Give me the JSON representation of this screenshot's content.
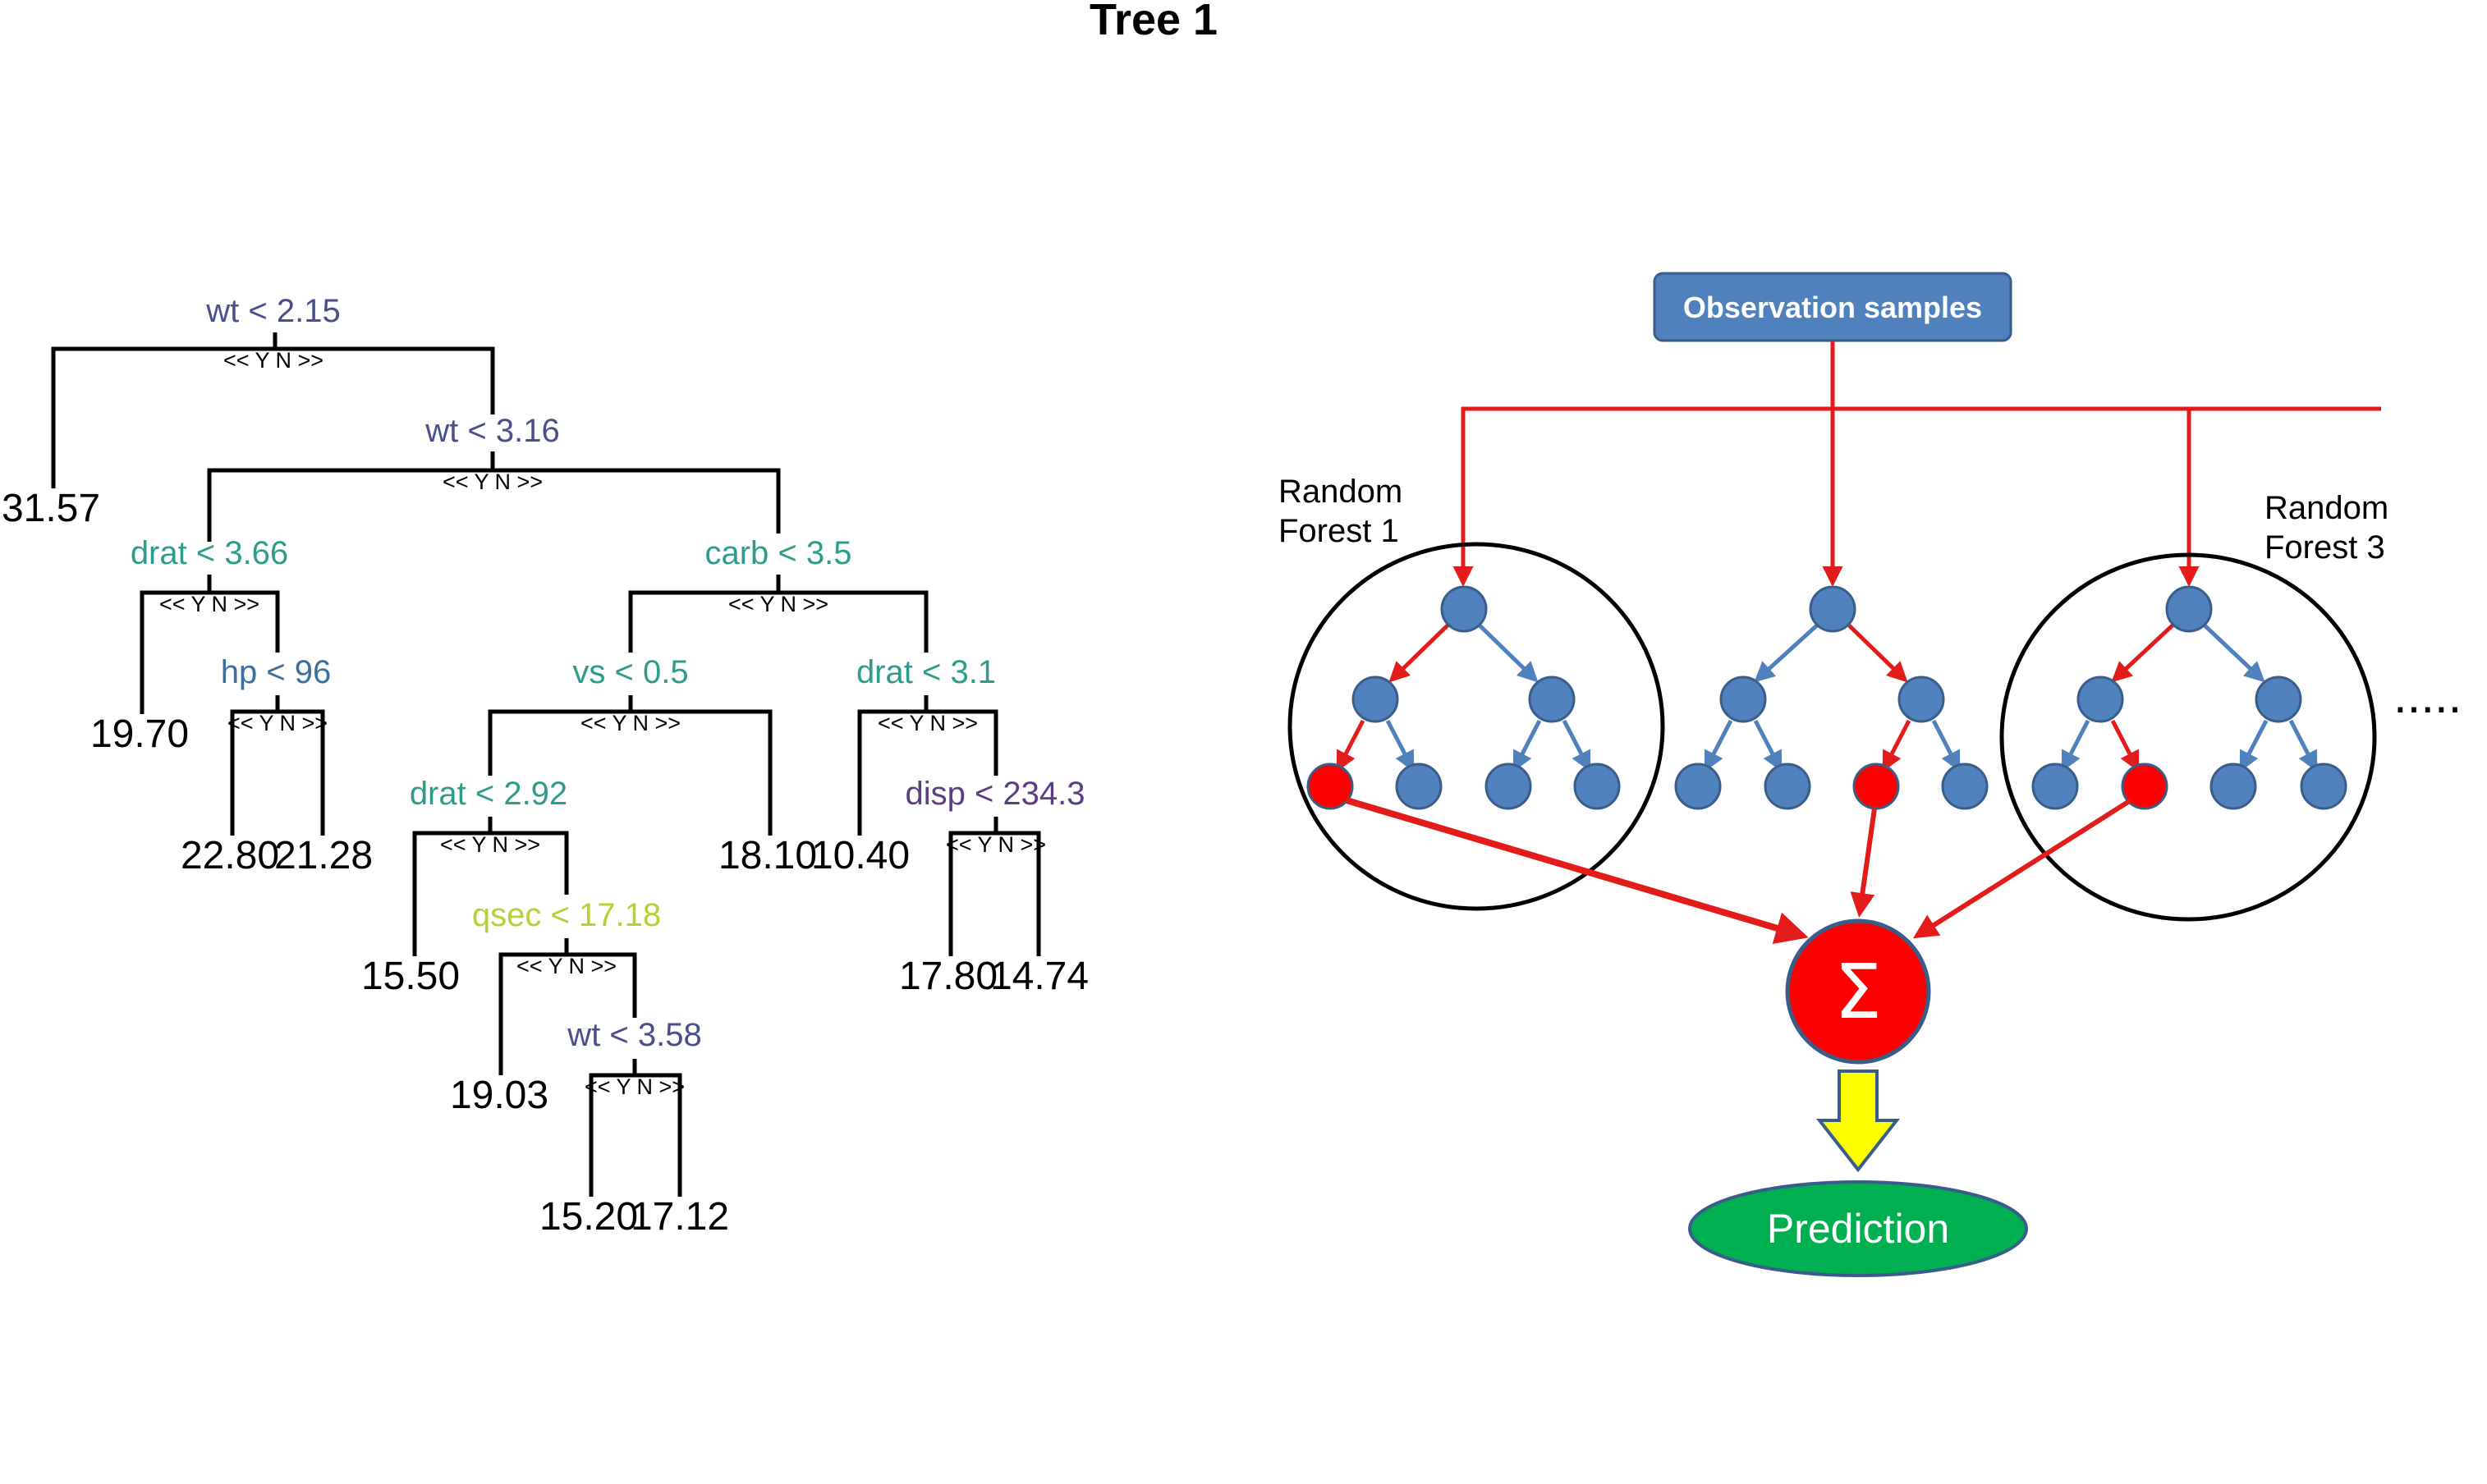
{
  "tree": {
    "title": "Tree 1",
    "branch_label": "<< Y  N >>",
    "splits": {
      "root": "wt < 2.15",
      "wt316": "wt < 3.16",
      "drat366": "drat < 3.66",
      "carb35": "carb < 3.5",
      "hp96": "hp < 96",
      "vs05": "vs < 0.5",
      "drat31": "drat < 3.1",
      "drat292": "drat < 2.92",
      "disp2343": "disp < 234.3",
      "qsec1718": "qsec < 17.18",
      "wt358": "wt < 3.58"
    },
    "leaves": {
      "l3157": "31.57",
      "l1970": "19.70",
      "l2280": "22.80",
      "l2128": "21.28",
      "l1810": "18.10",
      "l1040": "10.40",
      "l1550": "15.50",
      "l1780": "17.80",
      "l1474": "14.74",
      "l1903": "19.03",
      "l1520": "15.20",
      "l1712": "17.12"
    },
    "colors": {
      "navy": "#4a4f8c",
      "teal": "#2e9c8a",
      "steel": "#3d6f9a",
      "lime": "#b5d134",
      "purple": "#5b3e82"
    }
  },
  "forest": {
    "samples_label": "Observation samples",
    "rf1_label_line1": "Random",
    "rf1_label_line2": "Forest 1",
    "rf3_label_line1": "Random",
    "rf3_label_line2": "Forest 3",
    "sum_symbol": "Σ",
    "prediction_label": "Prediction",
    "ellipsis": ".....",
    "colors": {
      "node": "#4f81bd",
      "node_stroke": "#385d8a",
      "selected": "#ff0000",
      "arrow": "#e31b1b",
      "edge": "#4f81bd",
      "box": "#4f81bd",
      "prediction": "#00b050",
      "down_arrow": "#ffff00"
    }
  }
}
